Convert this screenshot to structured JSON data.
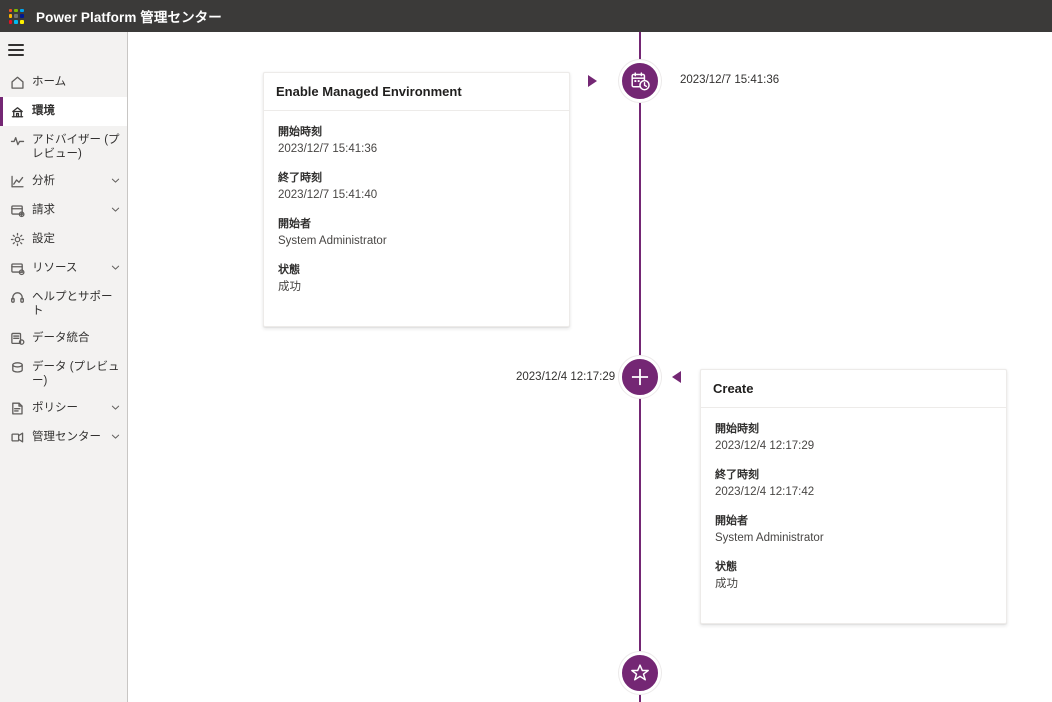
{
  "suitebar": {
    "waffle_icon": "waffle-grid-icon",
    "title": "Power Platform 管理センター",
    "waffle_colors": [
      "#f25022",
      "#7fba00",
      "#00a4ef",
      "#ffb900",
      "#737373",
      "#00188f",
      "#e81123",
      "#00bcf2",
      "#fff100"
    ]
  },
  "leftnav": {
    "hamburger_icon": "hamburger-icon",
    "items": [
      {
        "label": "ホーム",
        "icon": "home-icon",
        "selected": false,
        "chevron": false
      },
      {
        "label": "環境",
        "icon": "environment-icon",
        "selected": true,
        "chevron": false
      },
      {
        "label": "アドバイザー (プレビュー)",
        "icon": "pulse-icon",
        "selected": false,
        "chevron": false
      },
      {
        "label": "分析",
        "icon": "analytics-chart-icon",
        "selected": false,
        "chevron": true
      },
      {
        "label": "請求",
        "icon": "billing-icon",
        "selected": false,
        "chevron": true
      },
      {
        "label": "設定",
        "icon": "gear-icon",
        "selected": false,
        "chevron": false
      },
      {
        "label": "リソース",
        "icon": "resources-icon",
        "selected": false,
        "chevron": true
      },
      {
        "label": "ヘルプとサポート",
        "icon": "headset-help-icon",
        "selected": false,
        "chevron": false
      },
      {
        "label": "データ統合",
        "icon": "data-integration-icon",
        "selected": false,
        "chevron": false
      },
      {
        "label": "データ (プレビュー)",
        "icon": "data-cloud-icon",
        "selected": false,
        "chevron": false
      },
      {
        "label": "ポリシー",
        "icon": "policy-document-icon",
        "selected": false,
        "chevron": true
      },
      {
        "label": "管理センター",
        "icon": "admin-center-icon",
        "selected": false,
        "chevron": true
      }
    ]
  },
  "timeline": {
    "accent_color": "#742774",
    "nodes": [
      {
        "icon": "calendar-clock-icon",
        "time": "2023/12/7 15:41:36",
        "time_side": "right",
        "arrow": "right"
      },
      {
        "icon": "plus-icon",
        "time": "2023/12/4 12:17:29",
        "time_side": "left",
        "arrow": "left"
      },
      {
        "icon": "star-icon",
        "time": "",
        "time_side": "none",
        "arrow": "none"
      }
    ]
  },
  "cards": [
    {
      "title": "Enable Managed Environment",
      "fields": [
        {
          "label": "開始時刻",
          "value": "2023/12/7 15:41:36"
        },
        {
          "label": "終了時刻",
          "value": "2023/12/7 15:41:40"
        },
        {
          "label": "開始者",
          "value": "System Administrator"
        },
        {
          "label": "状態",
          "value": "成功"
        }
      ]
    },
    {
      "title": "Create",
      "fields": [
        {
          "label": "開始時刻",
          "value": "2023/12/4 12:17:29"
        },
        {
          "label": "終了時刻",
          "value": "2023/12/4 12:17:42"
        },
        {
          "label": "開始者",
          "value": "System Administrator"
        },
        {
          "label": "状態",
          "value": "成功"
        }
      ]
    }
  ]
}
